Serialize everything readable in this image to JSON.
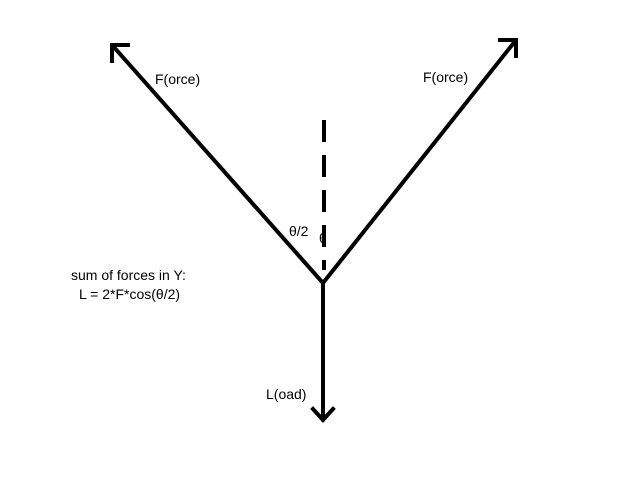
{
  "diagram": {
    "labels": {
      "force_left": "F(orce)",
      "force_right": "F(orce)",
      "half_angle": "θ/2",
      "angle": "θ",
      "load": "L(oad)",
      "sum_title": "sum of forces in Y:",
      "sum_equation": "L = 2*F*cos(θ/2)"
    },
    "colors": {
      "stroke": "#000000",
      "background": "#ffffff"
    }
  }
}
